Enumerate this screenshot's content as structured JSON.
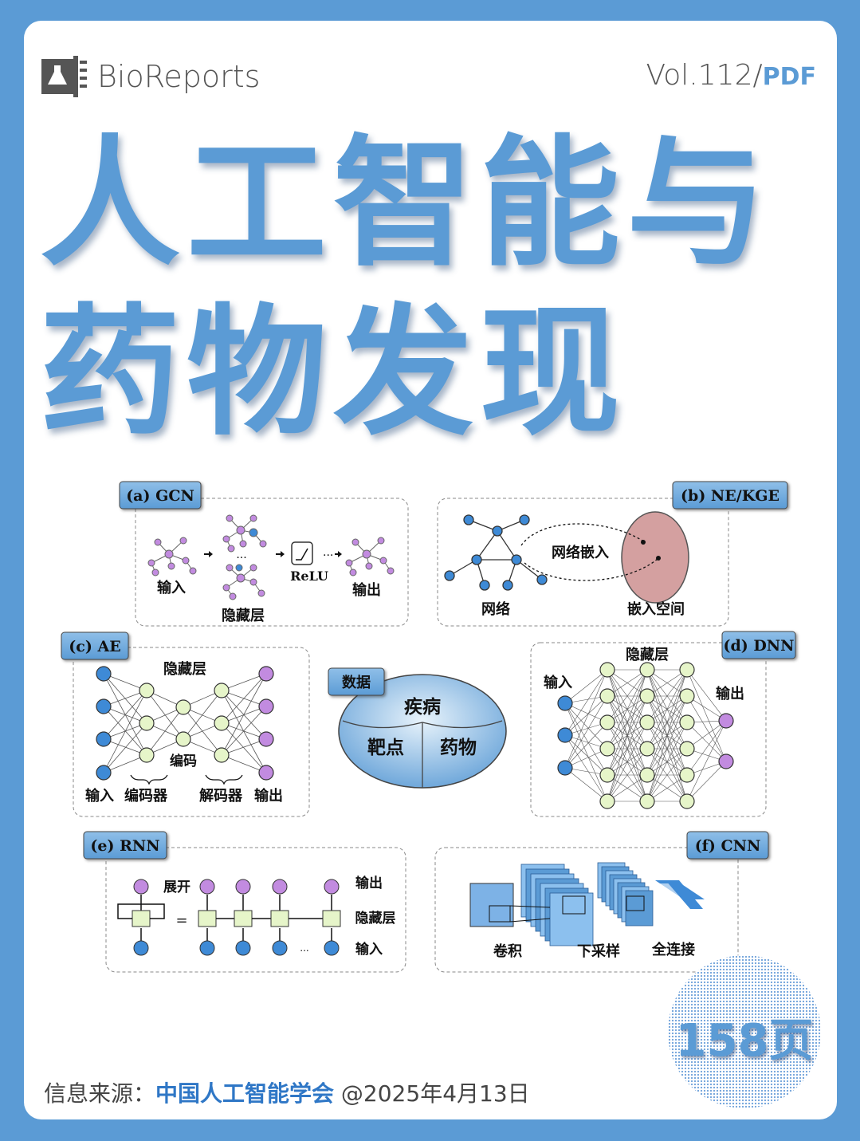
{
  "header": {
    "brand": "BioReports",
    "vol_text": "Vol.112/",
    "vol_pdf": "PDF"
  },
  "title": {
    "line1": "人工智能与",
    "line2": "药物发现"
  },
  "panels": {
    "gcn": {
      "tag": "(a) GCN",
      "input": "输入",
      "hidden": "隐藏层",
      "relu": "ReLU",
      "output": "输出"
    },
    "ne": {
      "tag": "(b) NE/KGE",
      "network": "网络",
      "embed": "网络嵌入",
      "space": "嵌入空间"
    },
    "ae": {
      "tag": "(c) AE",
      "hidden": "隐藏层",
      "code": "编码",
      "input": "输入",
      "encoder": "编码器",
      "decoder": "解码器",
      "output": "输出"
    },
    "center": {
      "tag": "数据",
      "disease": "疾病",
      "target": "靶点",
      "drug": "药物"
    },
    "dnn": {
      "tag": "(d) DNN",
      "hidden": "隐藏层",
      "input": "输入",
      "output": "输出"
    },
    "rnn": {
      "tag": "(e) RNN",
      "unfold": "展开",
      "output": "输出",
      "hidden": "隐藏层",
      "input": "输入",
      "eq": "=",
      "dots": "..."
    },
    "cnn": {
      "tag": "(f) CNN",
      "conv": "卷积",
      "pool": "下采样",
      "fc": "全连接"
    }
  },
  "badge": {
    "pages": "158页"
  },
  "footer": {
    "source_label": "信息来源：",
    "org": "中国人工智能学会",
    "date": " @2025年4月13日"
  },
  "colors": {
    "accent": "#5b9bd5",
    "node_blue": "#3e8ad6",
    "node_purple": "#c28be0",
    "node_green": "#e6f5c9",
    "embed_space": "#d4a0a0"
  }
}
